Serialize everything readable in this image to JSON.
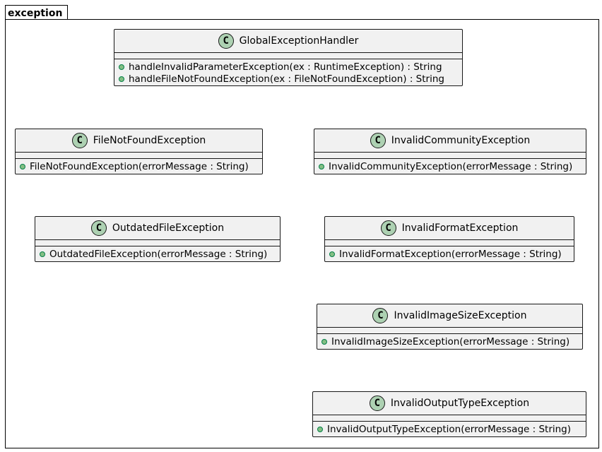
{
  "package": {
    "name": "exception"
  },
  "classes": [
    {
      "id": "global-exception-handler",
      "stereo_icon": "C",
      "name": "GlobalExceptionHandler",
      "methods": [
        "handleInvalidParameterException(ex : RuntimeException) : String",
        "handleFileNotFoundException(ex : FileNotFoundException) : String"
      ]
    },
    {
      "id": "file-not-found-exception",
      "stereo_icon": "C",
      "name": "FileNotFoundException",
      "methods": [
        "FileNotFoundException(errorMessage : String)"
      ]
    },
    {
      "id": "invalid-community-exception",
      "stereo_icon": "C",
      "name": "InvalidCommunityException",
      "methods": [
        "InvalidCommunityException(errorMessage : String)"
      ]
    },
    {
      "id": "outdated-file-exception",
      "stereo_icon": "C",
      "name": "OutdatedFileException",
      "methods": [
        "OutdatedFileException(errorMessage : String)"
      ]
    },
    {
      "id": "invalid-format-exception",
      "stereo_icon": "C",
      "name": "InvalidFormatException",
      "methods": [
        "InvalidFormatException(errorMessage : String)"
      ]
    },
    {
      "id": "invalid-image-size-exception",
      "stereo_icon": "C",
      "name": "InvalidImageSizeException",
      "methods": [
        "InvalidImageSizeException(errorMessage : String)"
      ]
    },
    {
      "id": "invalid-output-type-exception",
      "stereo_icon": "C",
      "name": "InvalidOutputTypeException",
      "methods": [
        "InvalidOutputTypeException(errorMessage : String)"
      ]
    }
  ],
  "colors": {
    "class_fill": "#f1f1f1",
    "class_icon_fill": "#add1b2",
    "public_marker": "#84be84",
    "border": "#181818"
  }
}
